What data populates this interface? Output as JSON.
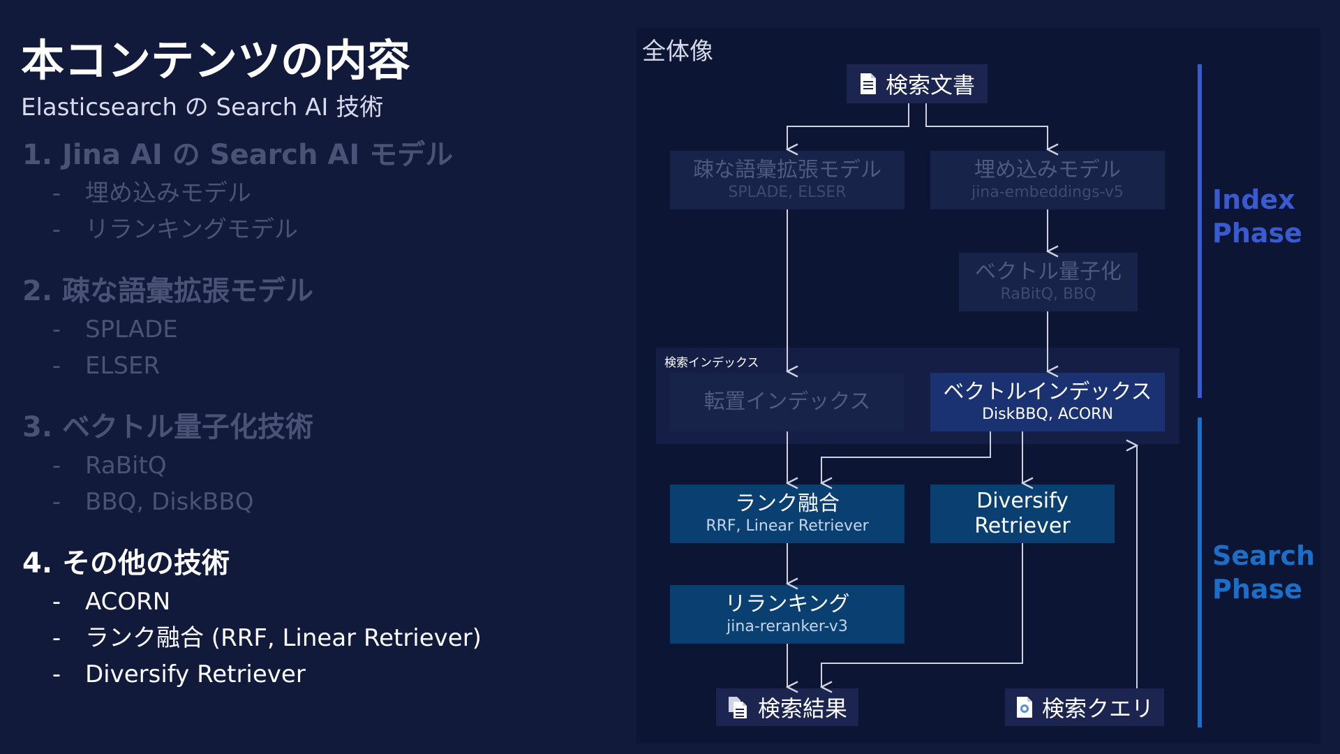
{
  "title": "本コンテンツの内容",
  "subtitle": "Elasticsearch の Search AI 技術",
  "sections": [
    {
      "heading": "1. Jina AI の Search AI モデル",
      "items": [
        "埋め込みモデル",
        "リランキングモデル"
      ]
    },
    {
      "heading": "2. 疎な語彙拡張モデル",
      "items": [
        "SPLADE",
        "ELSER"
      ]
    },
    {
      "heading": "3. ベクトル量子化技術",
      "items": [
        "RaBitQ",
        "BBQ, DiskBBQ"
      ]
    },
    {
      "heading": "4. その他の技術",
      "items": [
        "ACORN",
        "ランク融合 (RRF, Linear Retriever)",
        "Diversify Retriever"
      ]
    }
  ],
  "bullet": "-",
  "diagram": {
    "title": "全体像",
    "nodes": {
      "doc": {
        "label": "検索文書"
      },
      "sparse": {
        "label": "疎な語彙拡張モデル",
        "sub": "SPLADE, ELSER"
      },
      "embed": {
        "label": "埋め込みモデル",
        "sub": "jina-embeddings-v5"
      },
      "quant": {
        "label": "ベクトル量子化",
        "sub": "RaBitQ, BBQ"
      },
      "index_group": {
        "label": "検索インデックス"
      },
      "inverted": {
        "label": "転置インデックス"
      },
      "vector": {
        "label": "ベクトルインデックス",
        "sub": "DiskBBQ, ACORN"
      },
      "fusion": {
        "label": "ランク融合",
        "sub": "RRF, Linear Retriever"
      },
      "diversify": {
        "label": "Diversify",
        "sub": "Retriever"
      },
      "rerank": {
        "label": "リランキング",
        "sub": "jina-reranker-v3"
      },
      "results": {
        "label": "検索結果"
      },
      "query": {
        "label": "検索クエリ"
      }
    },
    "phases": {
      "index": {
        "line1": "Index",
        "line2": "Phase",
        "color": "#3a5bd0"
      },
      "search": {
        "line1": "Search",
        "line2": "Phase",
        "color": "#1c6fc8"
      }
    }
  },
  "colors": {
    "background": "#111a3a",
    "active_text": "#ffffff",
    "dim_text": "#4a5276",
    "arrow": "#cfd3e0"
  }
}
